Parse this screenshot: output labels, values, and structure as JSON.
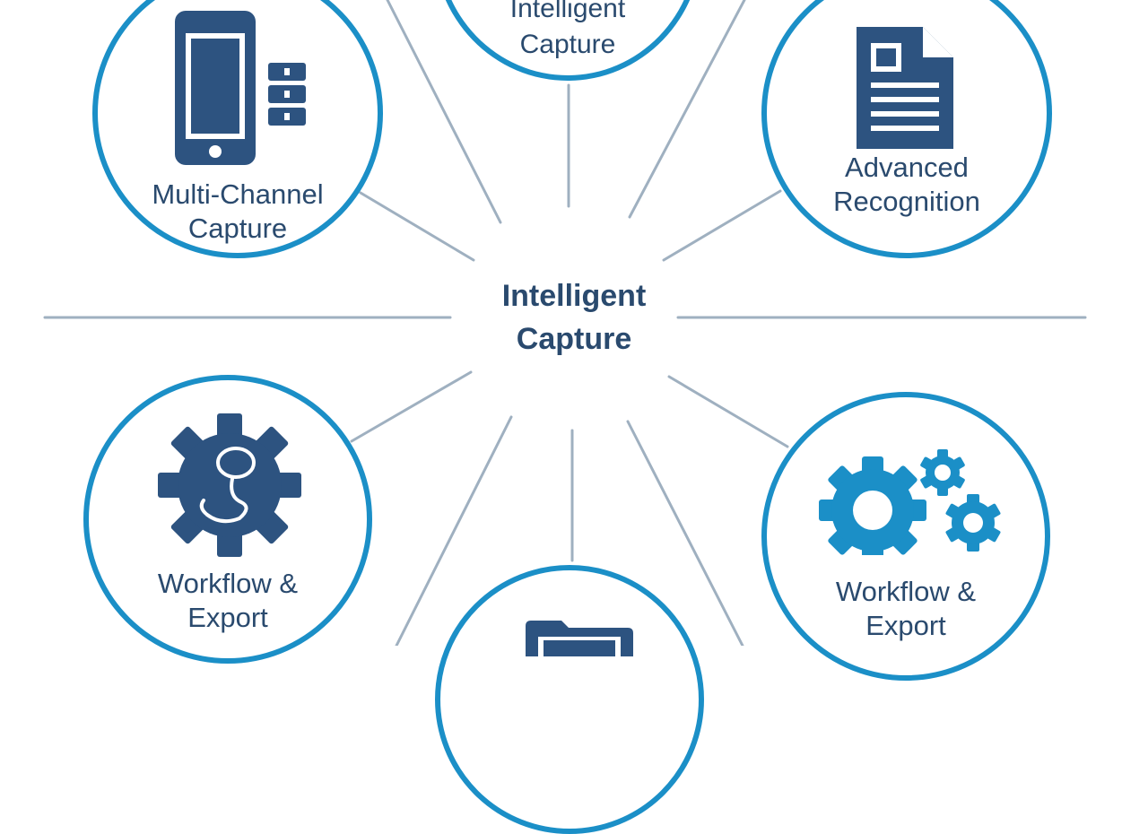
{
  "colors": {
    "ring": "#1b8fc7",
    "icon_dark": "#2d5380",
    "icon_blue": "#1b8fc7",
    "text": "#2a4a6e",
    "connector": "#9fb0c0"
  },
  "center": {
    "line1": "Intelligent",
    "line2": "Capture"
  },
  "nodes": [
    {
      "id": "top-center",
      "icon": "none",
      "line1": "Intelligent",
      "line2": "Capture"
    },
    {
      "id": "top-left",
      "icon": "mobile-phone-icon",
      "line1": "Multi-Channel",
      "line2": "Capture"
    },
    {
      "id": "top-right",
      "icon": "document-icon",
      "line1": "Advanced",
      "line2": "Recognition"
    },
    {
      "id": "bottom-left",
      "icon": "gear-workflow-icon",
      "line1": "Workflow &",
      "line2": "Export"
    },
    {
      "id": "bottom-right",
      "icon": "gears-icon",
      "line1": "Workflow &",
      "line2": "Export"
    },
    {
      "id": "bottom-center",
      "icon": "folder-icon",
      "line1": "",
      "line2": ""
    }
  ]
}
